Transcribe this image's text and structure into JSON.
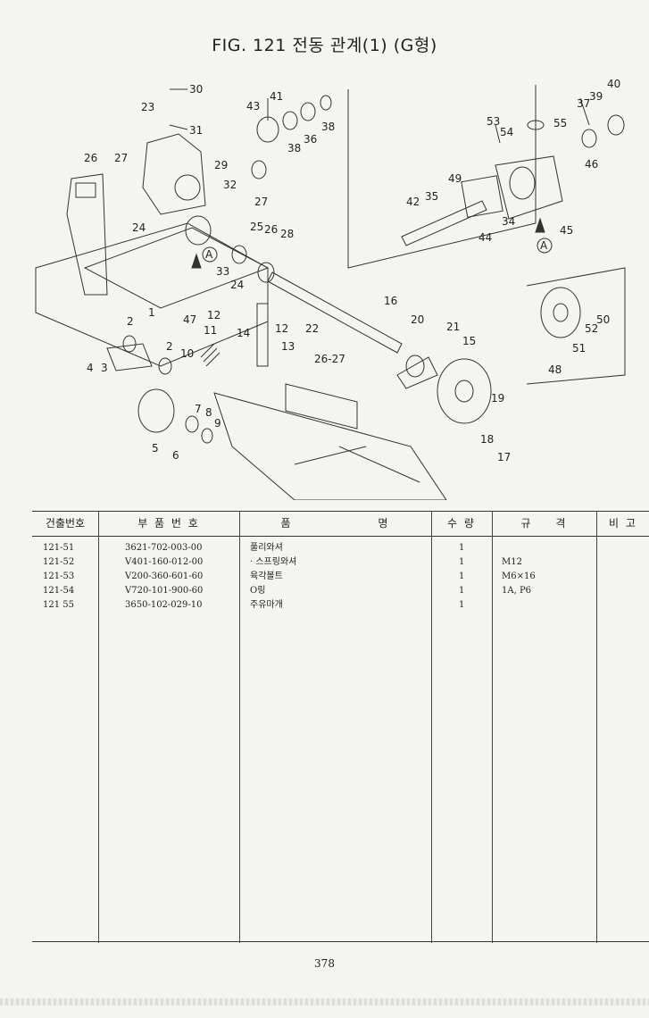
{
  "title": "FIG. 121 전동 관계(1) (G형)",
  "callouts": [
    "30",
    "31",
    "23",
    "43",
    "41",
    "36",
    "38",
    "38",
    "40",
    "39",
    "37",
    "55",
    "53",
    "54",
    "46",
    "26",
    "27",
    "29",
    "27",
    "32",
    "49",
    "42",
    "35",
    "44",
    "34",
    "45",
    "24",
    "25",
    "26",
    "28",
    "A",
    "A",
    "33",
    "24",
    "16",
    "20",
    "21",
    "15",
    "1",
    "2",
    "47",
    "12",
    "12",
    "11",
    "14",
    "13",
    "22",
    "10",
    "2",
    "4",
    "3",
    "26-27",
    "7",
    "8",
    "9",
    "5",
    "6",
    "19",
    "18",
    "17",
    "48",
    "51",
    "52",
    "50"
  ],
  "table": {
    "headers": [
      "건출번호",
      "부 품 번 호",
      "품 명",
      "수 량",
      "규 격",
      "비 고"
    ],
    "rows": [
      {
        "no": "121-51",
        "part": "3621-702-003-00",
        "name": "풀리와셔",
        "qty": "1",
        "spec": ""
      },
      {
        "no": "121-52",
        "part": "V401-160-012-00",
        "name": "· 스프링와셔",
        "qty": "1",
        "spec": "M12"
      },
      {
        "no": "121-53",
        "part": "V200-360-601-60",
        "name": "육각볼트",
        "qty": "1",
        "spec": "M6×16"
      },
      {
        "no": "121-54",
        "part": "V720-101-900-60",
        "name": "O링",
        "qty": "1",
        "spec": "1A, P6"
      },
      {
        "no": "121 55",
        "part": "3650-102-029-10",
        "name": "주유마개",
        "qty": "1",
        "spec": ""
      }
    ]
  },
  "page_number": "378"
}
